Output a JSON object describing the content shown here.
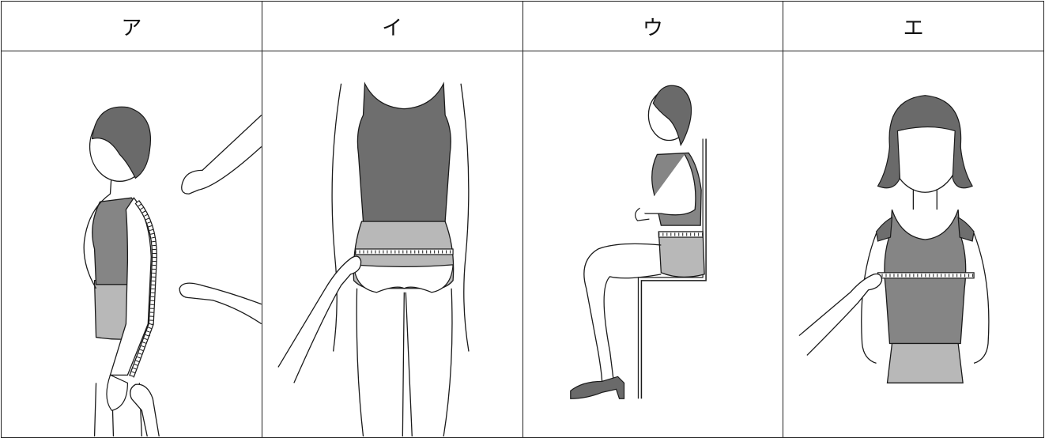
{
  "columns": [
    {
      "label": "ア",
      "figure_icon": "arm-length-measurement-icon"
    },
    {
      "label": "イ",
      "figure_icon": "hip-circumference-measurement-icon"
    },
    {
      "label": "ウ",
      "figure_icon": "seated-hip-depth-measurement-icon"
    },
    {
      "label": "エ",
      "figure_icon": "shoulder-width-measurement-icon"
    }
  ],
  "colors": {
    "line": "#1a1a1a",
    "skin": "#ffffff",
    "hair": "#6a6a6a",
    "top_dark": "#6e6e6e",
    "top_mid": "#858585",
    "bottom_light": "#b8b8b8",
    "tape": "#ffffff"
  }
}
